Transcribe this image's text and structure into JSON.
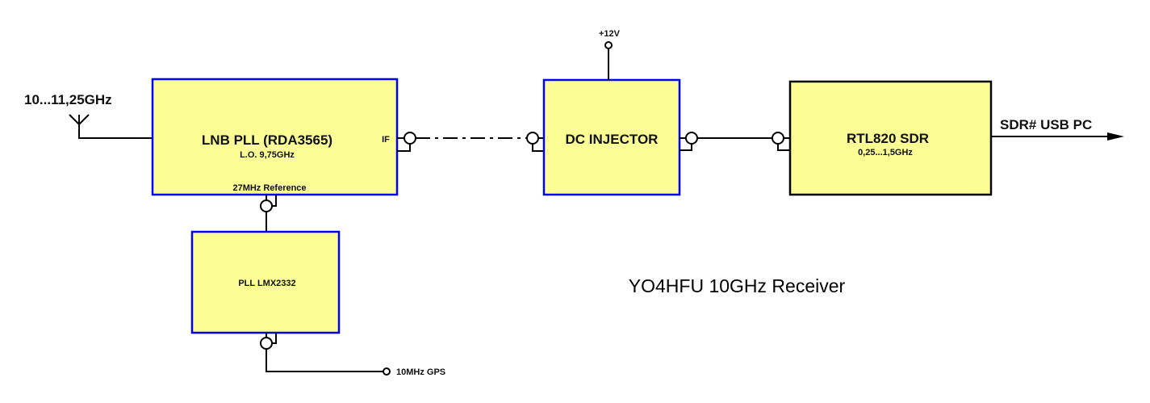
{
  "diagram": {
    "title": "YO4HFU 10GHz Receiver",
    "input": {
      "label": "10...11,25GHz",
      "icon": "antenna-icon"
    },
    "blocks": {
      "lnb": {
        "title": "LNB PLL (RDA3565)",
        "subtitle": "L.O. 9,75GHz",
        "port_if": "IF",
        "port_ref": "27MHz Reference"
      },
      "dc_injector": {
        "title": "DC INJECTOR",
        "supply": "+12V"
      },
      "sdr": {
        "title": "RTL820 SDR",
        "subtitle": "0,25...1,5GHz"
      },
      "pll": {
        "title": "PLL LMX2332"
      }
    },
    "output": {
      "label": "SDR# USB PC",
      "icon": "arrow-right-icon"
    },
    "reference_input": {
      "label": "10MHz GPS"
    },
    "colors": {
      "block_fill": "#fdfd96",
      "block_border": "#0000ff",
      "sdr_border": "#000000"
    },
    "connectors": [
      "coax-connector-if-out",
      "coax-connector-dc-in",
      "coax-connector-dc-out",
      "coax-connector-sdr-in",
      "coax-connector-ref",
      "coax-connector-gps"
    ]
  }
}
